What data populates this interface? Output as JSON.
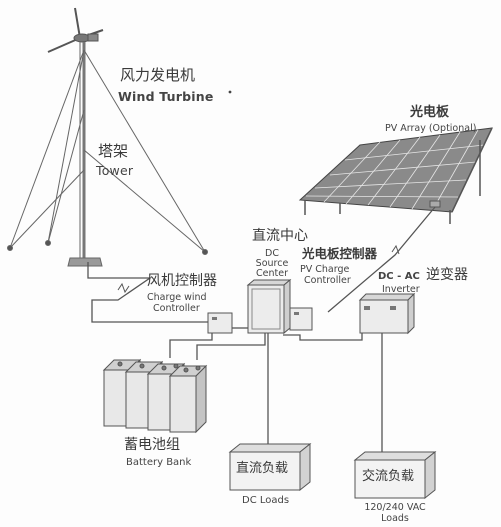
{
  "labels": {
    "wind_turbine_zh": "风力发电机",
    "wind_turbine_en": "Wind Turbine",
    "tower_zh": "塔架",
    "tower_en": "Tower",
    "pv_array_zh": "光电板",
    "pv_array_en": "PV Array (Optional)",
    "dc_center_zh": "直流中心",
    "dc_center_en_1": "DC",
    "dc_center_en_2": "Source",
    "dc_center_en_3": "Center",
    "pv_ctrl_zh": "光电板控制器",
    "pv_ctrl_en_1": "PV Charge",
    "pv_ctrl_en_2": "Controller",
    "inverter_en": "DC - AC",
    "inverter_zh": "逆变器",
    "inverter_en_2": "Inverter",
    "wind_ctrl_zh": "风机控制器",
    "wind_ctrl_en_1": "Charge wind",
    "wind_ctrl_en_2": "Controller",
    "battery_zh": "蓄电池组",
    "battery_en": "Battery Bank",
    "dc_loads_zh": "直流负载",
    "dc_loads_en": "DC Loads",
    "ac_loads_zh": "交流负载",
    "ac_loads_en_1": "120/240 VAC",
    "ac_loads_en_2": "Loads"
  },
  "colors": {
    "line": "#555555",
    "panel_fill": "#8a8a8a",
    "box_fill": "#ececec"
  }
}
